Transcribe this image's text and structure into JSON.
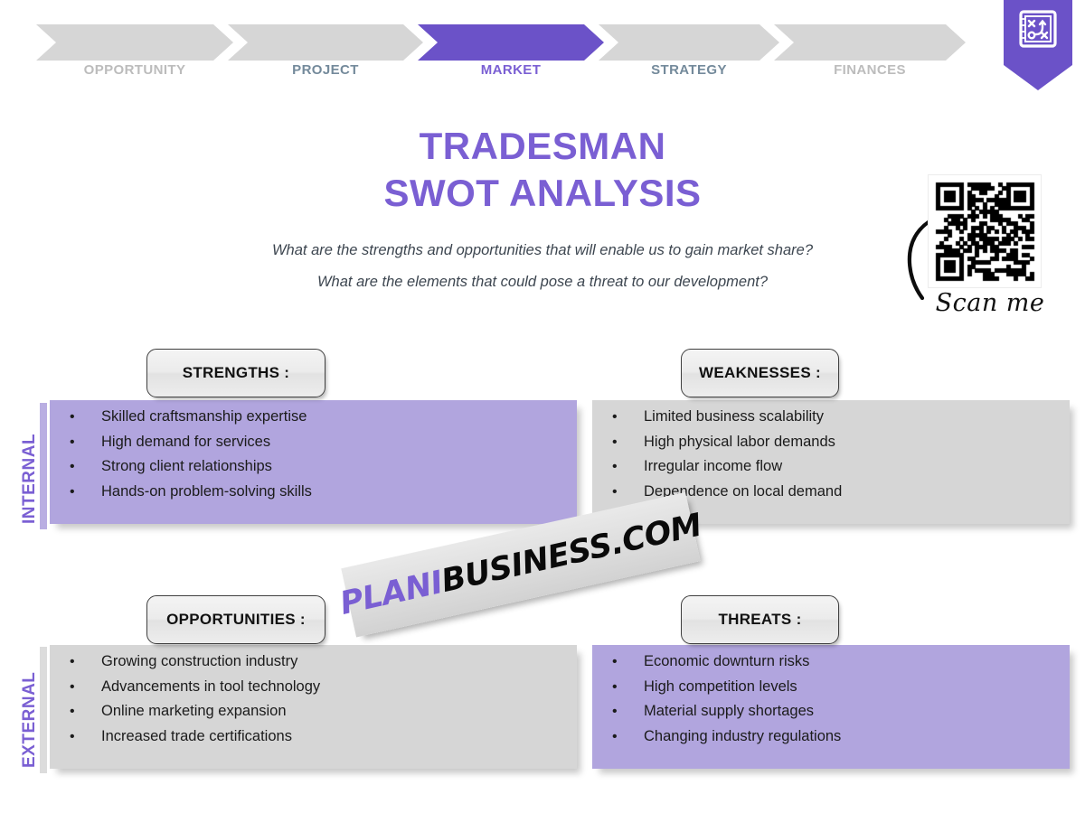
{
  "nav": {
    "steps": [
      {
        "label": "OPPORTUNITY",
        "state": "inactive",
        "color": "#bcbcbc"
      },
      {
        "label": "PROJECT",
        "state": "inactive",
        "color": "#748a9b"
      },
      {
        "label": "MARKET",
        "state": "active",
        "color": "#7a5fd3"
      },
      {
        "label": "STRATEGY",
        "state": "inactive",
        "color": "#748a9b"
      },
      {
        "label": "FINANCES",
        "state": "inactive",
        "color": "#bcbcbc"
      }
    ],
    "active_chevron_color": "#6b52c8",
    "inactive_chevron_color": "#d6d6d6"
  },
  "logo": {
    "name": "strategy-board-icon",
    "background": "#6b52c8"
  },
  "header": {
    "title_line1": "TRADESMAN",
    "title_line2": "SWOT ANALYSIS",
    "title_color": "#7a5fd3",
    "subtitle_line1": "What are the strengths and opportunities that will enable us to gain market share?",
    "subtitle_line2": "What are the elements that could pose a threat to our development?"
  },
  "qr": {
    "caption": "Scan me"
  },
  "axes": {
    "internal": "INTERNAL",
    "external": "EXTERNAL",
    "label_color": "#7a5fd3"
  },
  "quadrants": {
    "strengths": {
      "heading": "STRENGTHS :",
      "fill": "#b1a5de",
      "items": [
        "Skilled craftsmanship expertise",
        "High demand for services",
        "Strong client relationships",
        "Hands-on problem-solving skills"
      ]
    },
    "weaknesses": {
      "heading": "WEAKNESSES :",
      "fill": "#d6d6d6",
      "items": [
        "Limited business scalability",
        "High physical labor demands",
        "Irregular income flow",
        "Dependence on local demand"
      ]
    },
    "opportunities": {
      "heading": "OPPORTUNITIES :",
      "fill": "#d6d6d6",
      "items": [
        "Growing construction industry",
        "Advancements in tool technology",
        "Online marketing expansion",
        "Increased trade certifications"
      ]
    },
    "threats": {
      "heading": "THREATS :",
      "fill": "#b1a5de",
      "items": [
        "Economic downturn risks",
        "High competition levels",
        "Material supply shortages",
        "Changing industry regulations"
      ]
    }
  },
  "watermark": {
    "part1": "PLANI",
    "part2": "BUSINESS.COM",
    "part1_color": "#7a5fd3",
    "part2_color": "#0a0a0a"
  }
}
